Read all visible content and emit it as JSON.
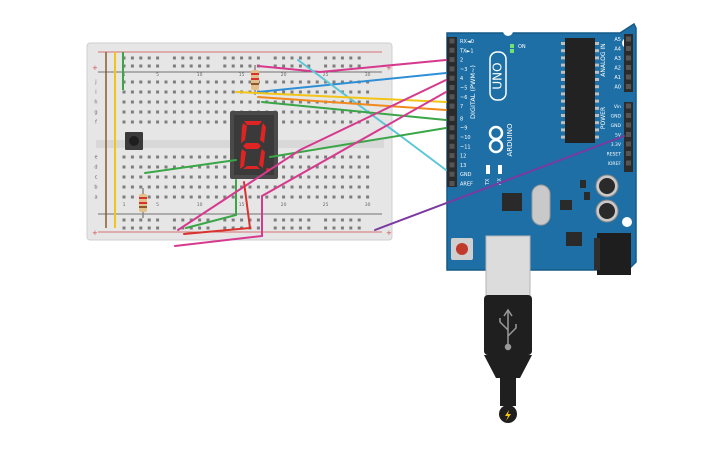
{
  "arduino": {
    "model": "UNO",
    "brand": "ARDUINO",
    "digital_header": "DIGITAL (PWM~)",
    "analog_header": "ANALOG IN",
    "power_header": "POWER",
    "on_label": "ON",
    "tx_label": "TX",
    "rx_label": "RX",
    "digital_pins": [
      "RX◄0",
      "TX►1",
      "2",
      "~3",
      "4",
      "~5",
      "~6",
      "7",
      "8",
      "~9",
      "~10",
      "~11",
      "12",
      "13",
      "GND",
      "AREF"
    ],
    "analog_pins": [
      "A5",
      "A4",
      "A3",
      "A2",
      "A1",
      "A0"
    ],
    "power_pins": [
      "Vin",
      "GND",
      "GND",
      "5V",
      "3.3V",
      "RESET",
      "IOREF"
    ]
  },
  "breadboard": {
    "col_labels": [
      "1",
      "5",
      "10",
      "15",
      "20",
      "25",
      "30"
    ],
    "row_labels_top": [
      "j",
      "i",
      "h",
      "g",
      "f"
    ],
    "row_labels_bottom": [
      "e",
      "d",
      "c",
      "b",
      "a"
    ]
  },
  "display": {
    "digit": "8"
  },
  "wire_colors": {
    "magenta": "#d63a8e",
    "blue": "#2f8fd6",
    "yellow": "#f2c418",
    "orange": "#f08a1c",
    "green": "#3aa648",
    "cyan": "#5cc6d6",
    "purple": "#7a3aa0",
    "red": "#d8332d"
  }
}
